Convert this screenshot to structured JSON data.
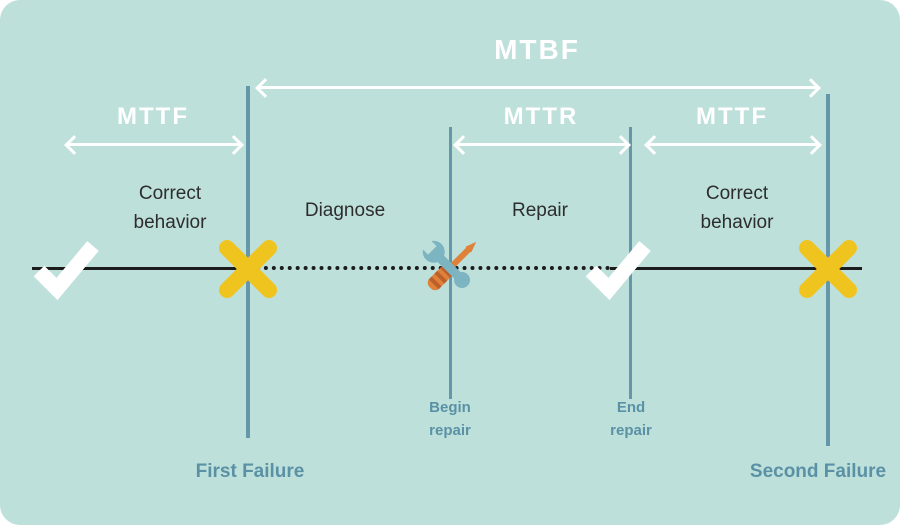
{
  "colors": {
    "background": "#bee0db",
    "white": "#ffffff",
    "dark_text": "#2d2d2d",
    "teal_line": "#6497a9",
    "teal_text": "#5a91a5",
    "failure_yellow": "#f0c41f",
    "timeline": "#1c1c1c",
    "wrench_teal": "#7db4c2",
    "screwdriver_orange": "#e0813a",
    "screwdriver_stripe": "#bd5f2a"
  },
  "headings": {
    "mtbf": "MTBF",
    "mttf": "MTTF",
    "mttr": "MTTR"
  },
  "phases": {
    "correct_behavior": "Correct behavior",
    "diagnose": "Diagnose",
    "repair": "Repair"
  },
  "markers": {
    "begin_repair": "Begin repair",
    "end_repair": "End repair",
    "first_failure": "First Failure",
    "second_failure": "Second Failure"
  }
}
